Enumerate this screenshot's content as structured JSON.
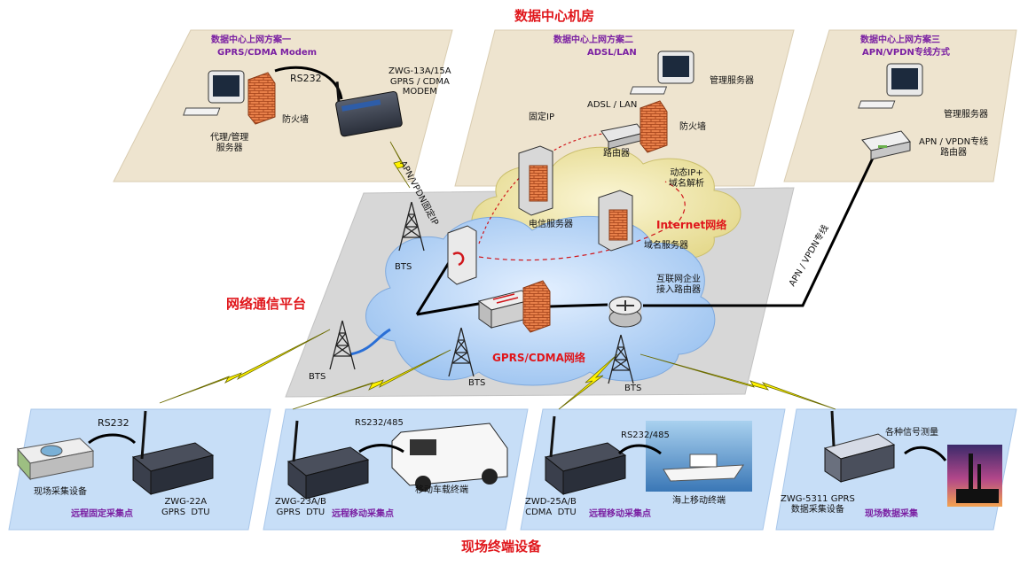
{
  "titles": {
    "datacenter": "数据中心机房",
    "network": "网络通信平台",
    "terminals": "现场终端设备"
  },
  "plans": {
    "p1_title": "数据中心上网方案一",
    "p1_sub": "GPRS/CDMA Modem",
    "p2_title": "数据中心上网方案二",
    "p2_sub": "ADSL/LAN",
    "p3_title": "数据中心上网方案三",
    "p3_sub": "APN/VPDN专线方式"
  },
  "labels": {
    "rs232_top": "RS232",
    "modem": "ZWG-13A/15A\nGPRS / CDMA\nMODEM",
    "firewall": "防火墙",
    "proxy_server": "代理/管理\n服务器",
    "apn_vpdn_fixed_ip": "APN/VPDN固定IP",
    "fixed_ip": "固定IP",
    "adsl_lan": "ADSL / LAN",
    "mgmt_server": "管理服务器",
    "router": "路由器",
    "dynamic_ip": "动态IP+\n域名解析",
    "telecom_server": "电信服务器",
    "dns_server": "域名服务器",
    "internet": "Internet网络",
    "mgmt_server3": "管理服务器",
    "apn_router": "APN / VPDN专线\n路由器",
    "apn_line": "APN / VPDN专线",
    "enterprise_router": "互联网企业\n接入路由器",
    "gprs_cdma_network": "GPRS/CDMA网络",
    "bts": "BTS"
  },
  "terminals": {
    "t1_rs": "RS232",
    "t1_device": "现场采集设备",
    "t1_model": "ZWG-22A\nGPRS  DTU",
    "t1_caption": "远程固定采集点",
    "t2_rs": "RS232/485",
    "t2_model": "ZWG-23A/B\nGPRS  DTU",
    "t2_vehicle": "移动车载终端",
    "t2_caption": "远程移动采集点",
    "t3_rs": "RS232/485",
    "t3_model": "ZWD-25A/B\nCDMA  DTU",
    "t3_ship": "海上移动终端",
    "t3_caption": "远程移动采集点",
    "t4_measure": "各种信号测量",
    "t4_model": "ZWG-5311 GPRS\n数据采集设备",
    "t4_caption": "现场数据采集"
  },
  "colors": {
    "datacenter_panel": "#eee4cf",
    "network_panel": "#d7d7d7",
    "terminal_panel": "#c7def7",
    "internet_cloud": "#efe6a6",
    "gprs_cloud": "#bcd7f7",
    "red_title": "#e0161b",
    "purple": "#7a1fa2",
    "lightning": "#fff200"
  }
}
